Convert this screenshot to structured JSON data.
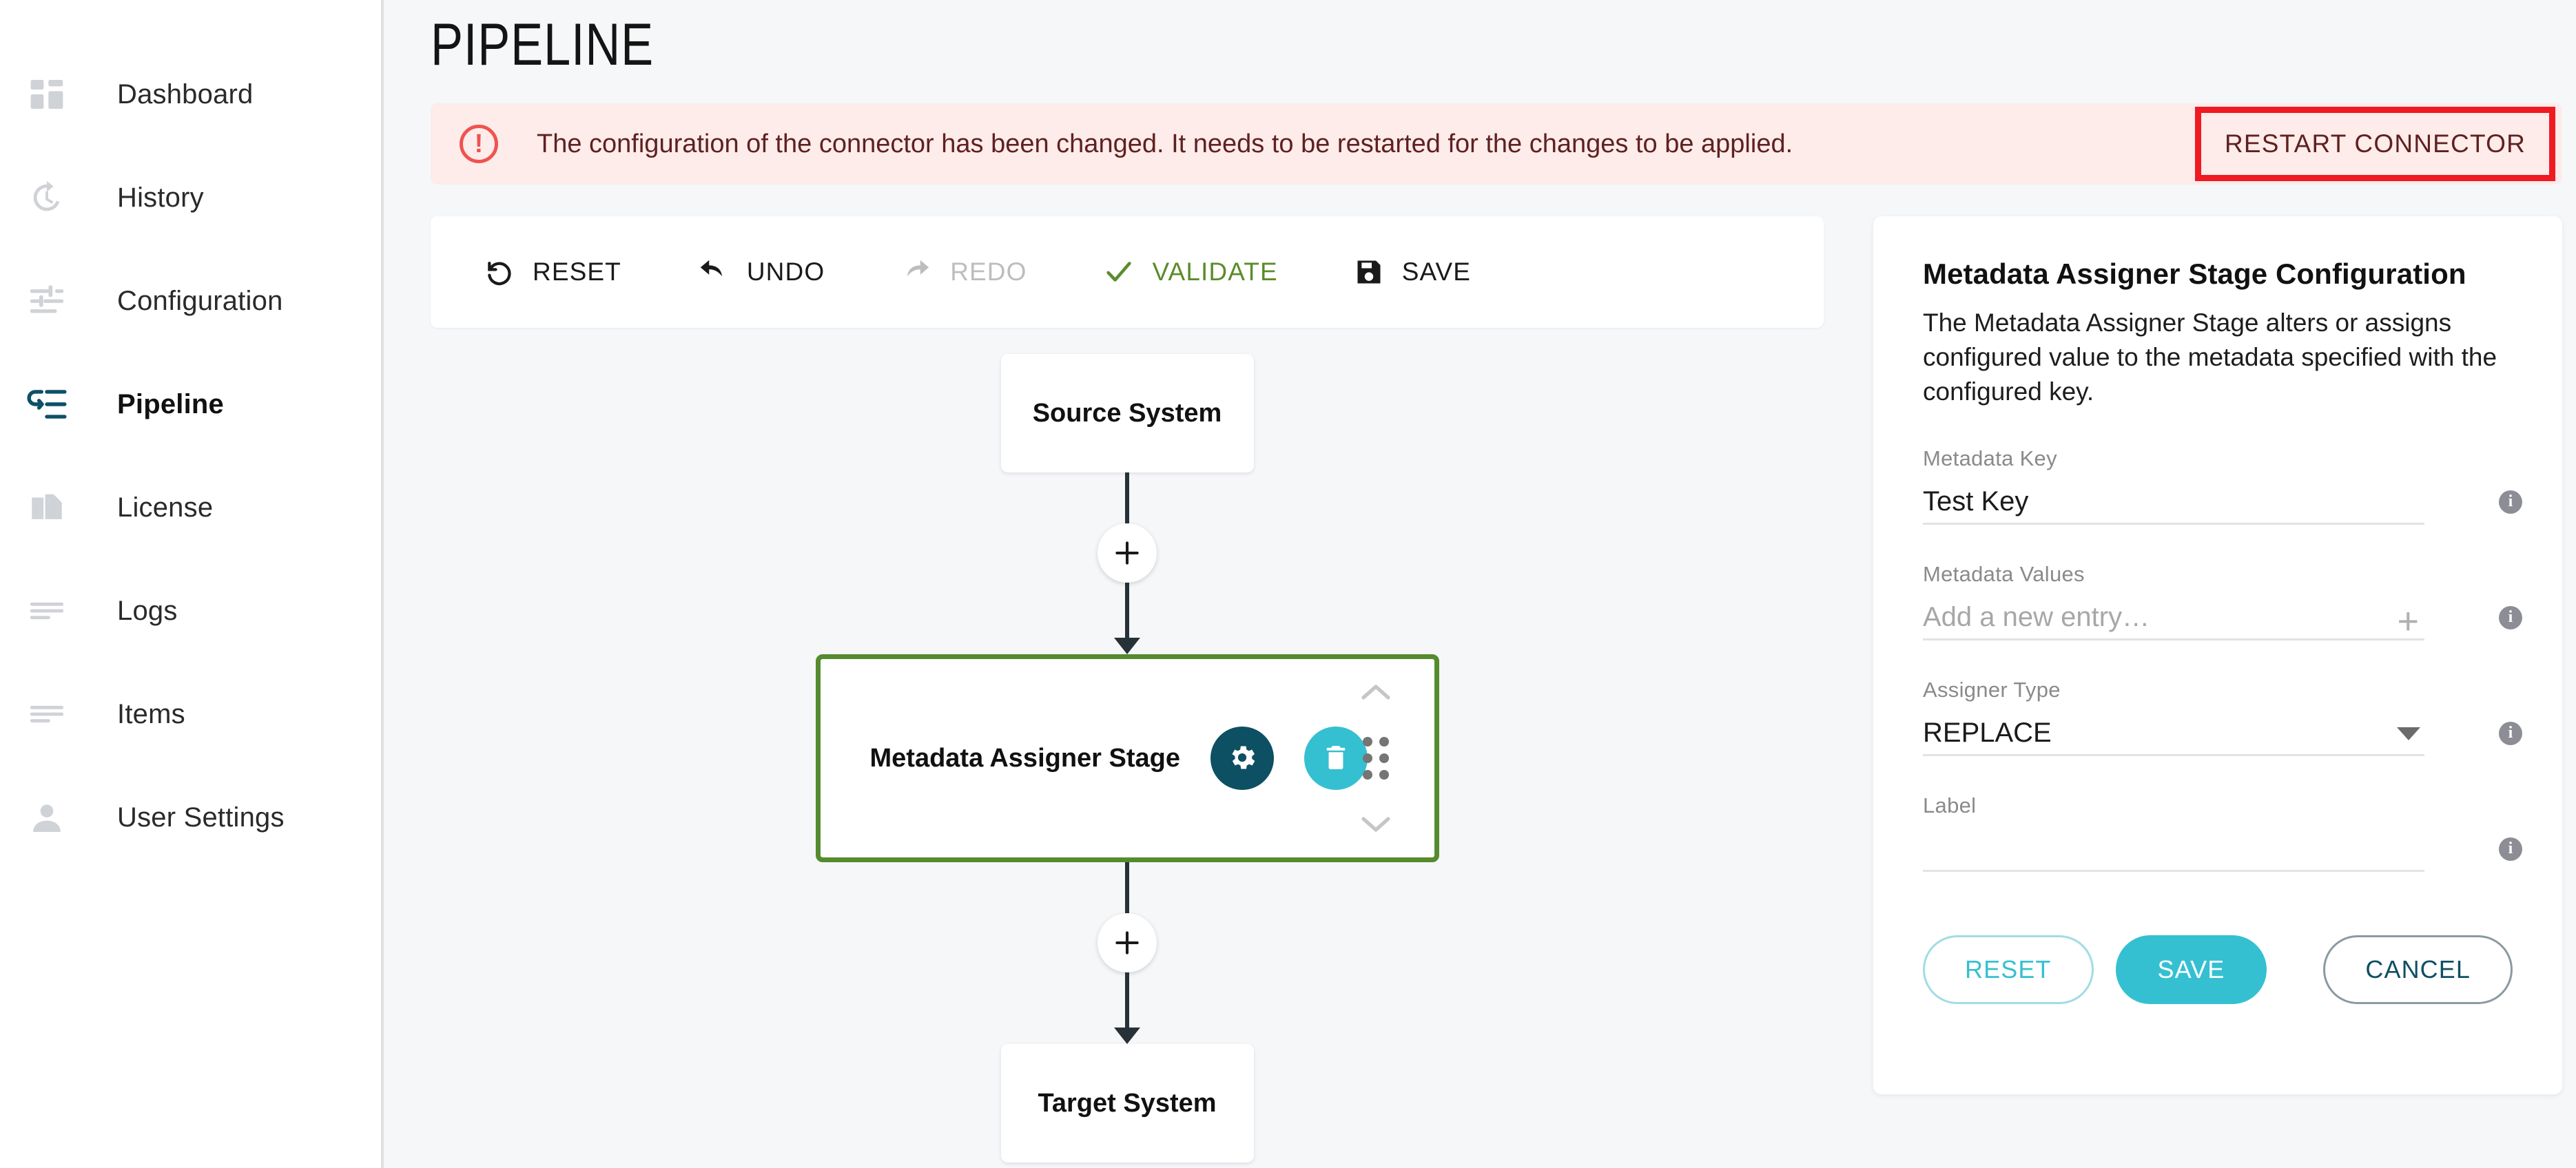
{
  "sidebar": {
    "items": [
      {
        "label": "Dashboard",
        "icon": "dashboard-icon",
        "active": false
      },
      {
        "label": "History",
        "icon": "history-icon",
        "active": false
      },
      {
        "label": "Configuration",
        "icon": "sliders-icon",
        "active": false
      },
      {
        "label": "Pipeline",
        "icon": "pipeline-icon",
        "active": true
      },
      {
        "label": "License",
        "icon": "license-icon",
        "active": false
      },
      {
        "label": "Logs",
        "icon": "logs-icon",
        "active": false
      },
      {
        "label": "Items",
        "icon": "items-icon",
        "active": false
      },
      {
        "label": "User Settings",
        "icon": "user-icon",
        "active": false
      }
    ]
  },
  "page": {
    "title": "PIPELINE"
  },
  "alert": {
    "icon": "error-circle-icon",
    "message": "The configuration of the connector has been changed. It needs to be restarted for the changes to be applied.",
    "action_label": "RESTART CONNECTOR",
    "background": "#fdecea",
    "accent": "#ef5350",
    "highlight_border": "#ef1a22"
  },
  "toolbar": {
    "items": [
      {
        "label": "RESET",
        "icon": "rotate-ccw-icon",
        "state": "enabled"
      },
      {
        "label": "UNDO",
        "icon": "undo-arrow-icon",
        "state": "enabled"
      },
      {
        "label": "REDO",
        "icon": "redo-arrow-icon",
        "state": "disabled"
      },
      {
        "label": "VALIDATE",
        "icon": "check-icon",
        "state": "accent"
      },
      {
        "label": "SAVE",
        "icon": "floppy-disk-icon",
        "state": "enabled"
      }
    ]
  },
  "flow": {
    "source_label": "Source System",
    "target_label": "Target System",
    "add_icon": "plus-icon",
    "stage": {
      "name": "Metadata Assigner Stage",
      "selected_border": "#558b2f",
      "gear_icon": "gear-icon",
      "gear_color": "#0d4f63",
      "trash_icon": "trash-icon",
      "trash_color": "#35c0d1",
      "move_up_icon": "chevron-up-icon",
      "move_down_icon": "chevron-down-icon",
      "drag_icon": "drag-handle-icon"
    }
  },
  "config": {
    "title": "Metadata Assigner Stage Configuration",
    "description": "The Metadata Assigner Stage alters or assigns configured value to the metadata specified with the configured key.",
    "fields": [
      {
        "label": "Metadata Key",
        "value": "Test Key",
        "placeholder": "",
        "control": "text"
      },
      {
        "label": "Metadata Values",
        "value": "",
        "placeholder": "Add a new entry…",
        "control": "add-list"
      },
      {
        "label": "Assigner Type",
        "value": "REPLACE",
        "placeholder": "",
        "control": "select"
      },
      {
        "label": "Label",
        "value": "",
        "placeholder": "",
        "control": "text"
      }
    ],
    "info_icon": "info-icon",
    "actions": {
      "reset_label": "RESET",
      "save_label": "SAVE",
      "cancel_label": "CANCEL"
    },
    "accent": "#35c0d1",
    "dark_accent": "#0d4f63"
  }
}
